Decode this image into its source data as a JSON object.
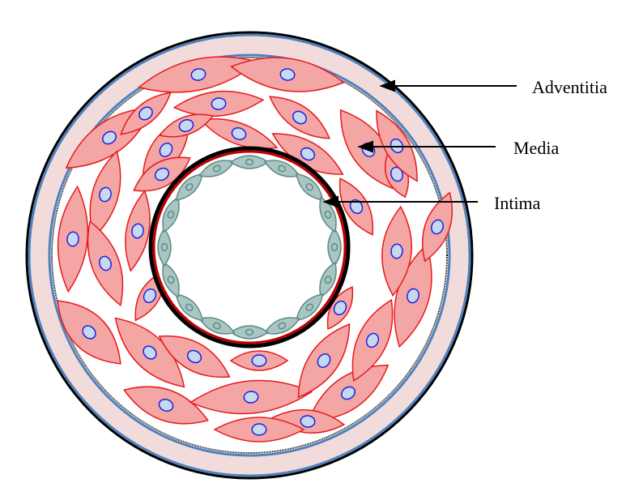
{
  "labels": {
    "adventitia": "Adventitia",
    "media": "Media",
    "intima": "Intima"
  },
  "colors": {
    "adventitia_fill": "#f2dcdb",
    "adventitia_border": "#4f81bd",
    "smooth_muscle_fill": "#f4a6a4",
    "smooth_muscle_stroke": "#e8191c",
    "nucleus_fill": "#c6d9f1",
    "nucleus_stroke": "#1f1fe0",
    "endothelium_fill": "#a9c6c3",
    "endothelium_stroke": "#5f8a87",
    "elastic_lamina": "#000000",
    "internal_lamina_red": "#c00000"
  }
}
